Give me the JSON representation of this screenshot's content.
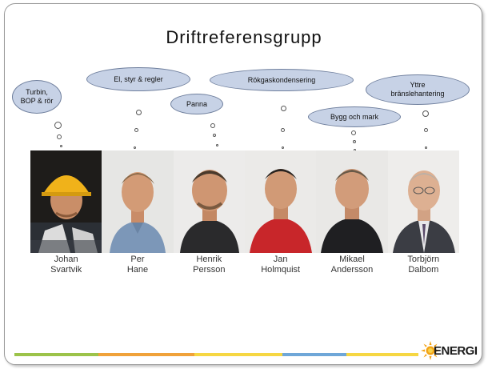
{
  "title": "Driftreferensgrupp",
  "clouds": [
    {
      "label": "Turbin,\nBOP & rör"
    },
    {
      "label": "El, styr & regler"
    },
    {
      "label": "Panna"
    },
    {
      "label": "Rökgaskondensering"
    },
    {
      "label": "Bygg och mark"
    },
    {
      "label": "Yttre\nbränslehantering"
    }
  ],
  "people": [
    {
      "first": "Johan",
      "last": "Svartvik"
    },
    {
      "first": "Per",
      "last": "Hane"
    },
    {
      "first": "Henrik",
      "last": "Persson"
    },
    {
      "first": "Jan",
      "last": "Holmquist"
    },
    {
      "first": "Mikael",
      "last": "Andersson"
    },
    {
      "first": "Torbjörn",
      "last": "Dalbom"
    }
  ],
  "logo": {
    "text": "ENERGI",
    "icon": "sun-icon"
  },
  "colors": {
    "cloud_fill": "#c7d2e6",
    "footer_orange": "#f0a23a",
    "footer_yellow": "#f6d743",
    "footer_green": "#9cc34a",
    "footer_blue": "#6fa7d8"
  }
}
